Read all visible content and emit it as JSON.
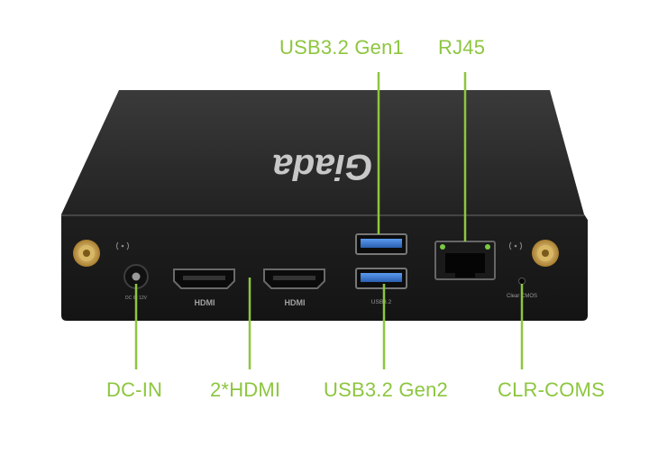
{
  "brand_logo": "Giada",
  "colors": {
    "callout_green": "#8dc63f",
    "chassis": "#2b2b2b",
    "usb_blue": "#3a7bd5",
    "led_green": "#7ac943"
  },
  "callouts": {
    "usb_gen1": "USB3.2 Gen1",
    "rj45": "RJ45",
    "dc_in": "DC-IN",
    "hdmi": "2*HDMI",
    "usb_gen2": "USB3.2 Gen2",
    "clr_coms": "CLR-COMS"
  },
  "panel_labels": {
    "hdmi_1": "HDMI",
    "hdmi_2": "HDMI",
    "usb": "USB3.2",
    "clear_cmos": "Clear CMOS",
    "dc_in_small": "DC IN 12V"
  },
  "icons": [
    "wifi-antenna-icon",
    "dc-jack-icon",
    "hdmi-port-icon",
    "usb-port-icon",
    "rj45-port-icon",
    "cmos-button-icon"
  ]
}
